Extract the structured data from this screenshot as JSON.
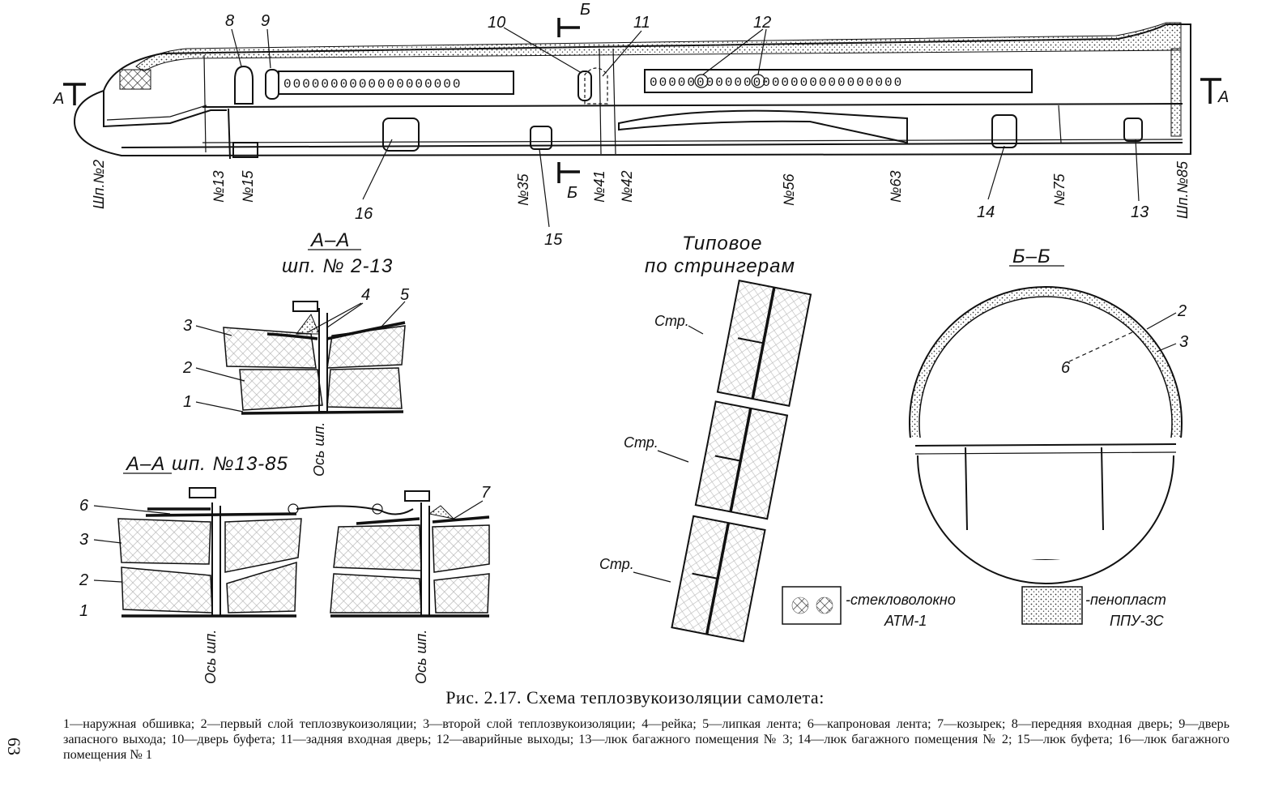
{
  "fuselage": {
    "frame_labels": [
      "Шп.№2",
      "№13",
      "№15",
      "№35",
      "№41",
      "№42",
      "№56",
      "№63",
      "№75",
      "Шп.№85"
    ],
    "callouts": [
      "8",
      "9",
      "10",
      "11",
      "12",
      "16",
      "15",
      "14",
      "13"
    ],
    "section_marks": {
      "a_left": "А",
      "a_right": "А",
      "b_top": "Б",
      "b_bottom": "Б"
    },
    "windows_fwd": "0000000000000000000",
    "windows_aft": "000000000000000000000000000"
  },
  "section_aa1": {
    "title": "А–А",
    "subtitle": "шп. № 2-13",
    "axis": "Ось шп.",
    "labels": [
      "3",
      "2",
      "1",
      "4",
      "5"
    ]
  },
  "section_aa2": {
    "title": "А–А   шп. №13-85",
    "axis1": "Ось шп.",
    "axis2": "Ось шп.",
    "labels": [
      "6",
      "3",
      "2",
      "1",
      "7"
    ]
  },
  "stringer": {
    "title1": "Типовое",
    "title2": "по стрингерам",
    "label": "Стр."
  },
  "section_bb": {
    "title": "Б–Б",
    "labels": [
      "2",
      "3",
      "6"
    ]
  },
  "legend": {
    "fiber_line1": "-стекловолокно",
    "fiber_line2": "АТМ-1",
    "foam_line1": "-пенопласт",
    "foam_line2": "ППУ-3С"
  },
  "caption": "Рис. 2.17. Схема теплозвукоизоляции самолета:",
  "legend_text": "1—наружная обшивка; 2—первый слой теплозвукоизоляции; 3—второй слой теплозвукоизоляции; 4—рейка; 5—липкая лента; 6—капроновая лента; 7—козырек; 8—передняя входная дверь; 9—дверь запасного выхода; 10—дверь буфета; 11—задняя входная дверь; 12—аварийные выходы; 13—люк багажного помещения № 3; 14—люк багажного помещения № 2; 15—люк буфета; 16—люк багажного помещения № 1",
  "page_number": "63"
}
